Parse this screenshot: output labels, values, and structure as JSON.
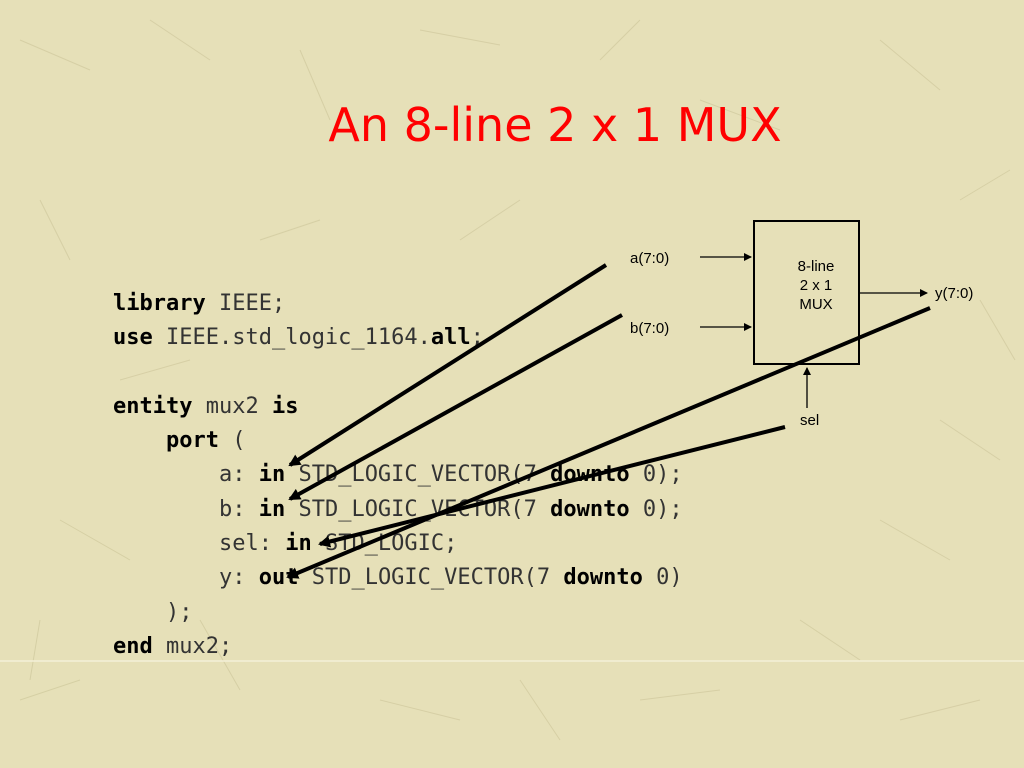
{
  "slide": {
    "title": "An 8-line 2 x 1 MUX"
  },
  "code": {
    "l1_kw": "library",
    "l1_rest": " IEEE;",
    "l2_kw": "use",
    "l2_a": " IEEE.std_logic_1164.",
    "l2_kw2": "all",
    "l2_b": ";",
    "l4_kw": "entity",
    "l4_a": " mux2 ",
    "l4_kw2": "is",
    "l5_indent": "    ",
    "l5_kw": "port",
    "l5_rest": " (",
    "l6_indent": "        ",
    "l6_a": "a: ",
    "l6_kw": "in",
    "l6_b": " STD_LOGIC_VECTOR(7 ",
    "l6_kw2": "downto",
    "l6_c": " 0);",
    "l7_indent": "        ",
    "l7_a": "b: ",
    "l7_kw": "in",
    "l7_b": " STD_LOGIC_VECTOR(7 ",
    "l7_kw2": "downto",
    "l7_c": " 0);",
    "l8_indent": "        ",
    "l8_a": "sel: ",
    "l8_kw": "in",
    "l8_b": " STD_LOGIC;",
    "l9_indent": "        ",
    "l9_a": "y: ",
    "l9_kw": "out",
    "l9_b": " STD_LOGIC_VECTOR(7 ",
    "l9_kw2": "downto",
    "l9_c": " 0)",
    "l10": "    );",
    "l11_kw": "end",
    "l11_rest": " mux2;"
  },
  "diagram": {
    "input_a": "a(7:0)",
    "input_b": "b(7:0)",
    "output_y": "y(7:0)",
    "select": "sel",
    "block_line1": "8-line",
    "block_line2": "2 x 1",
    "block_line3": "MUX"
  },
  "colors": {
    "background": "#e6e0b8",
    "title": "#ff0000",
    "text": "#000000"
  }
}
